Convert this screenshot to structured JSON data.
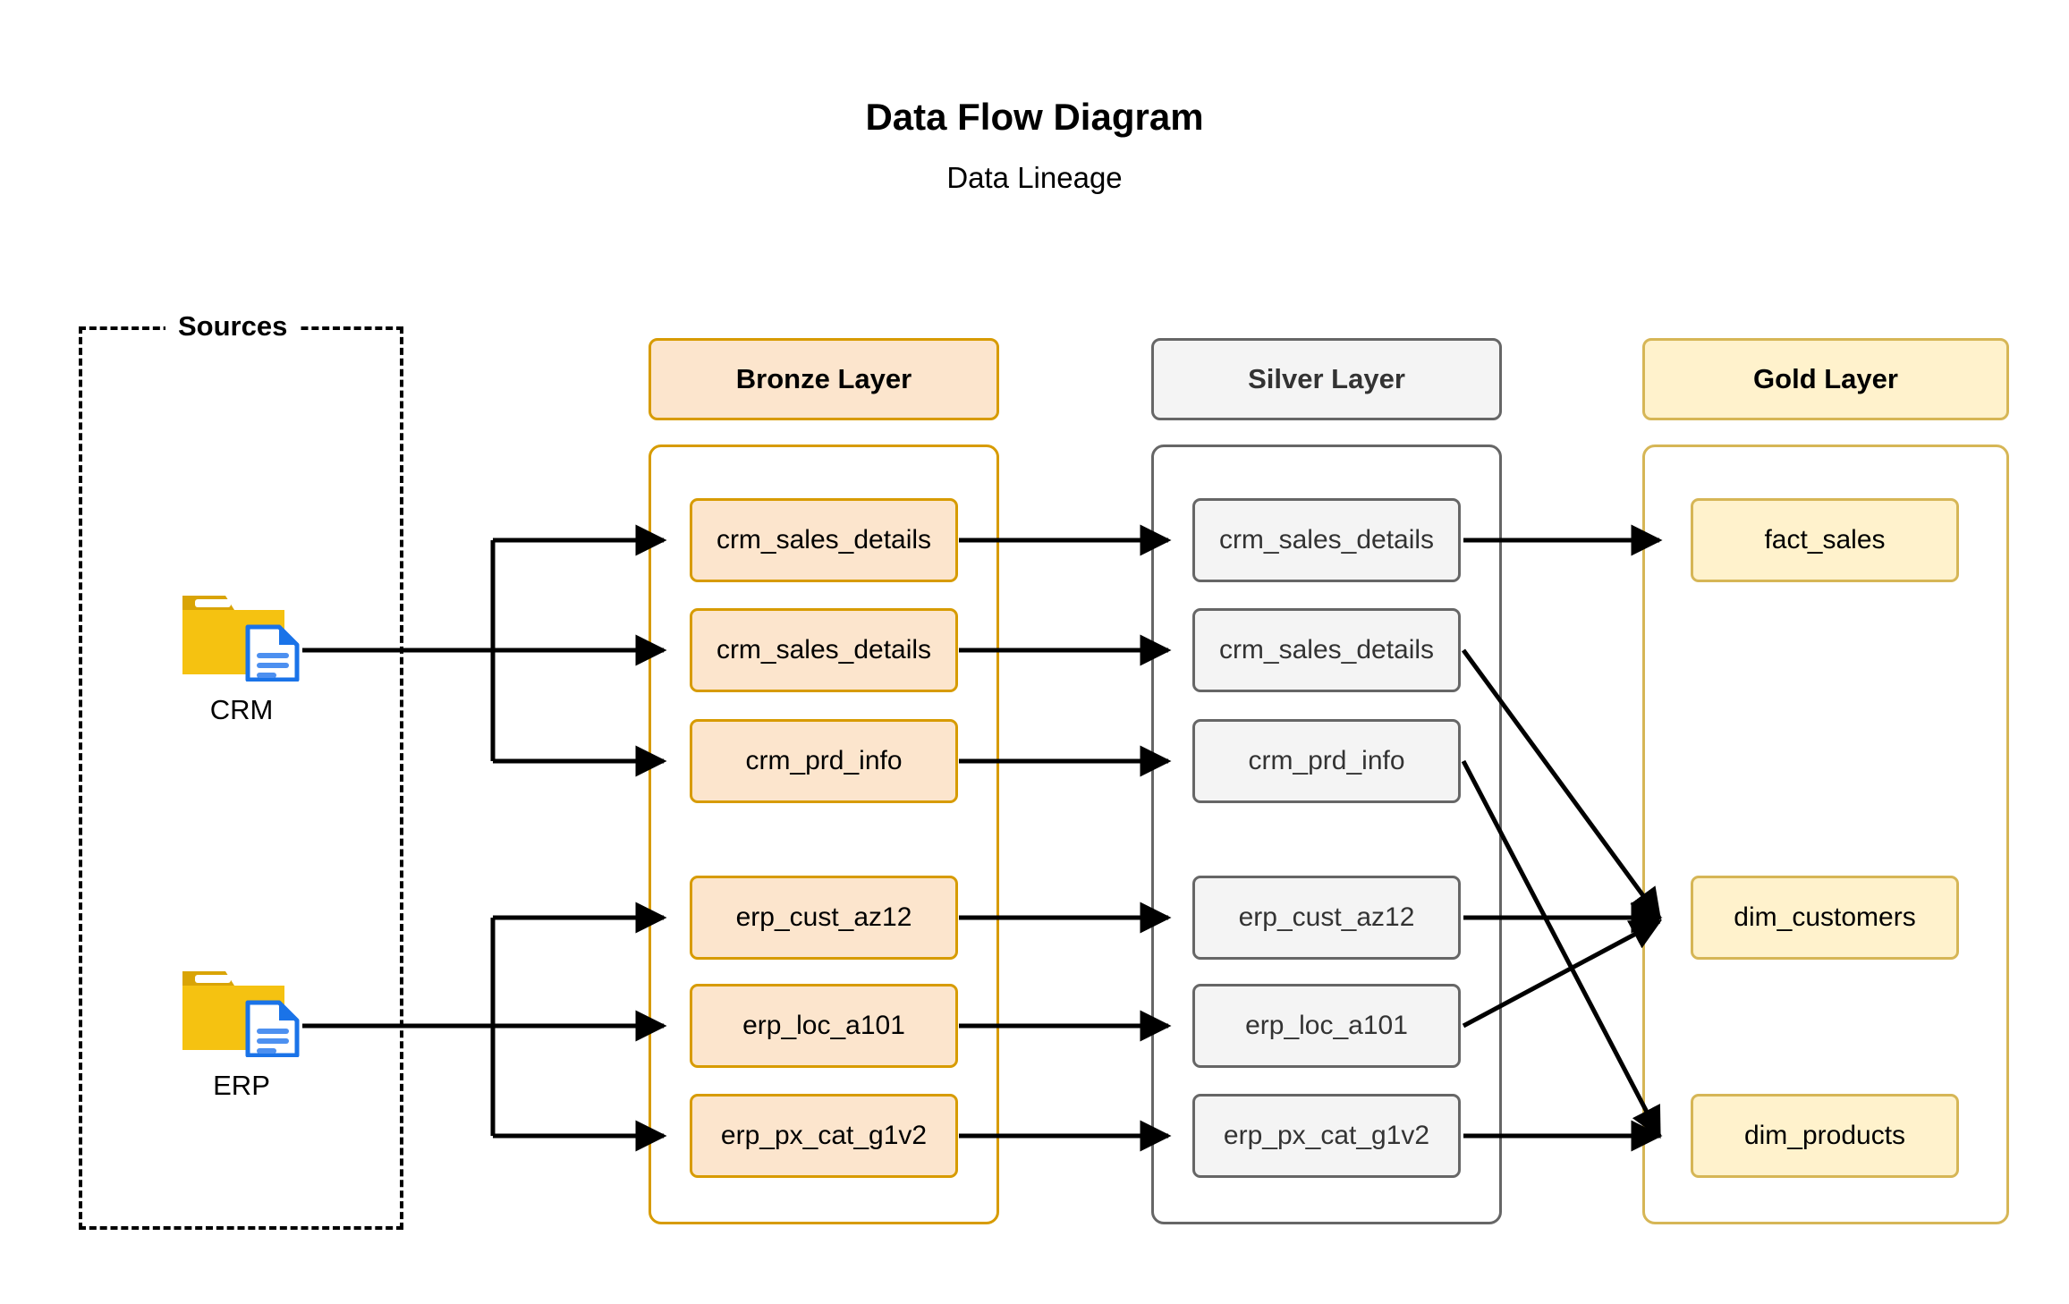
{
  "title": "Data Flow Diagram",
  "subtitle": "Data Lineage",
  "sources": {
    "group_label": "Sources",
    "items": [
      {
        "label": "CRM",
        "icon": "folder-document-icon"
      },
      {
        "label": "ERP",
        "icon": "folder-document-icon"
      }
    ]
  },
  "layers": [
    {
      "key": "bronze",
      "header": "Bronze Layer",
      "fill": "#fce5cd",
      "stroke": "#d79b00",
      "nodes": [
        "crm_sales_details",
        "crm_sales_details",
        "crm_prd_info",
        "erp_cust_az12",
        "erp_loc_a101",
        "erp_px_cat_g1v2"
      ]
    },
    {
      "key": "silver",
      "header": "Silver Layer",
      "fill": "#f4f4f4",
      "stroke": "#666666",
      "nodes": [
        "crm_sales_details",
        "crm_sales_details",
        "crm_prd_info",
        "erp_cust_az12",
        "erp_loc_a101",
        "erp_px_cat_g1v2"
      ]
    },
    {
      "key": "gold",
      "header": "Gold Layer",
      "fill": "#fff2cc",
      "stroke": "#d6b656",
      "nodes": [
        "fact_sales",
        "dim_customers",
        "dim_products"
      ]
    }
  ],
  "colors": {
    "bronze_fill": "#fce5cd",
    "bronze_stroke": "#d79b00",
    "silver_fill": "#f4f4f4",
    "silver_stroke": "#666666",
    "gold_fill": "#fff2cc",
    "gold_stroke": "#d6b656",
    "folder_body": "#f5c211",
    "folder_tab": "#d9a406",
    "document_blue": "#1a73e8",
    "edge": "#000000",
    "background": "#ffffff"
  },
  "edges": [
    {
      "from": "CRM",
      "to": "bronze.crm_sales_details.0"
    },
    {
      "from": "CRM",
      "to": "bronze.crm_sales_details.1"
    },
    {
      "from": "CRM",
      "to": "bronze.crm_prd_info"
    },
    {
      "from": "ERP",
      "to": "bronze.erp_cust_az12"
    },
    {
      "from": "ERP",
      "to": "bronze.erp_loc_a101"
    },
    {
      "from": "ERP",
      "to": "bronze.erp_px_cat_g1v2"
    },
    {
      "from": "bronze.crm_sales_details.0",
      "to": "silver.crm_sales_details.0"
    },
    {
      "from": "bronze.crm_sales_details.1",
      "to": "silver.crm_sales_details.1"
    },
    {
      "from": "bronze.crm_prd_info",
      "to": "silver.crm_prd_info"
    },
    {
      "from": "bronze.erp_cust_az12",
      "to": "silver.erp_cust_az12"
    },
    {
      "from": "bronze.erp_loc_a101",
      "to": "silver.erp_loc_a101"
    },
    {
      "from": "bronze.erp_px_cat_g1v2",
      "to": "silver.erp_px_cat_g1v2"
    },
    {
      "from": "silver.crm_sales_details.0",
      "to": "gold.fact_sales"
    },
    {
      "from": "silver.crm_sales_details.1",
      "to": "gold.dim_customers"
    },
    {
      "from": "silver.crm_prd_info",
      "to": "gold.dim_products"
    },
    {
      "from": "silver.erp_cust_az12",
      "to": "gold.dim_customers"
    },
    {
      "from": "silver.erp_loc_a101",
      "to": "gold.dim_customers"
    },
    {
      "from": "silver.erp_px_cat_g1v2",
      "to": "gold.dim_products"
    }
  ]
}
